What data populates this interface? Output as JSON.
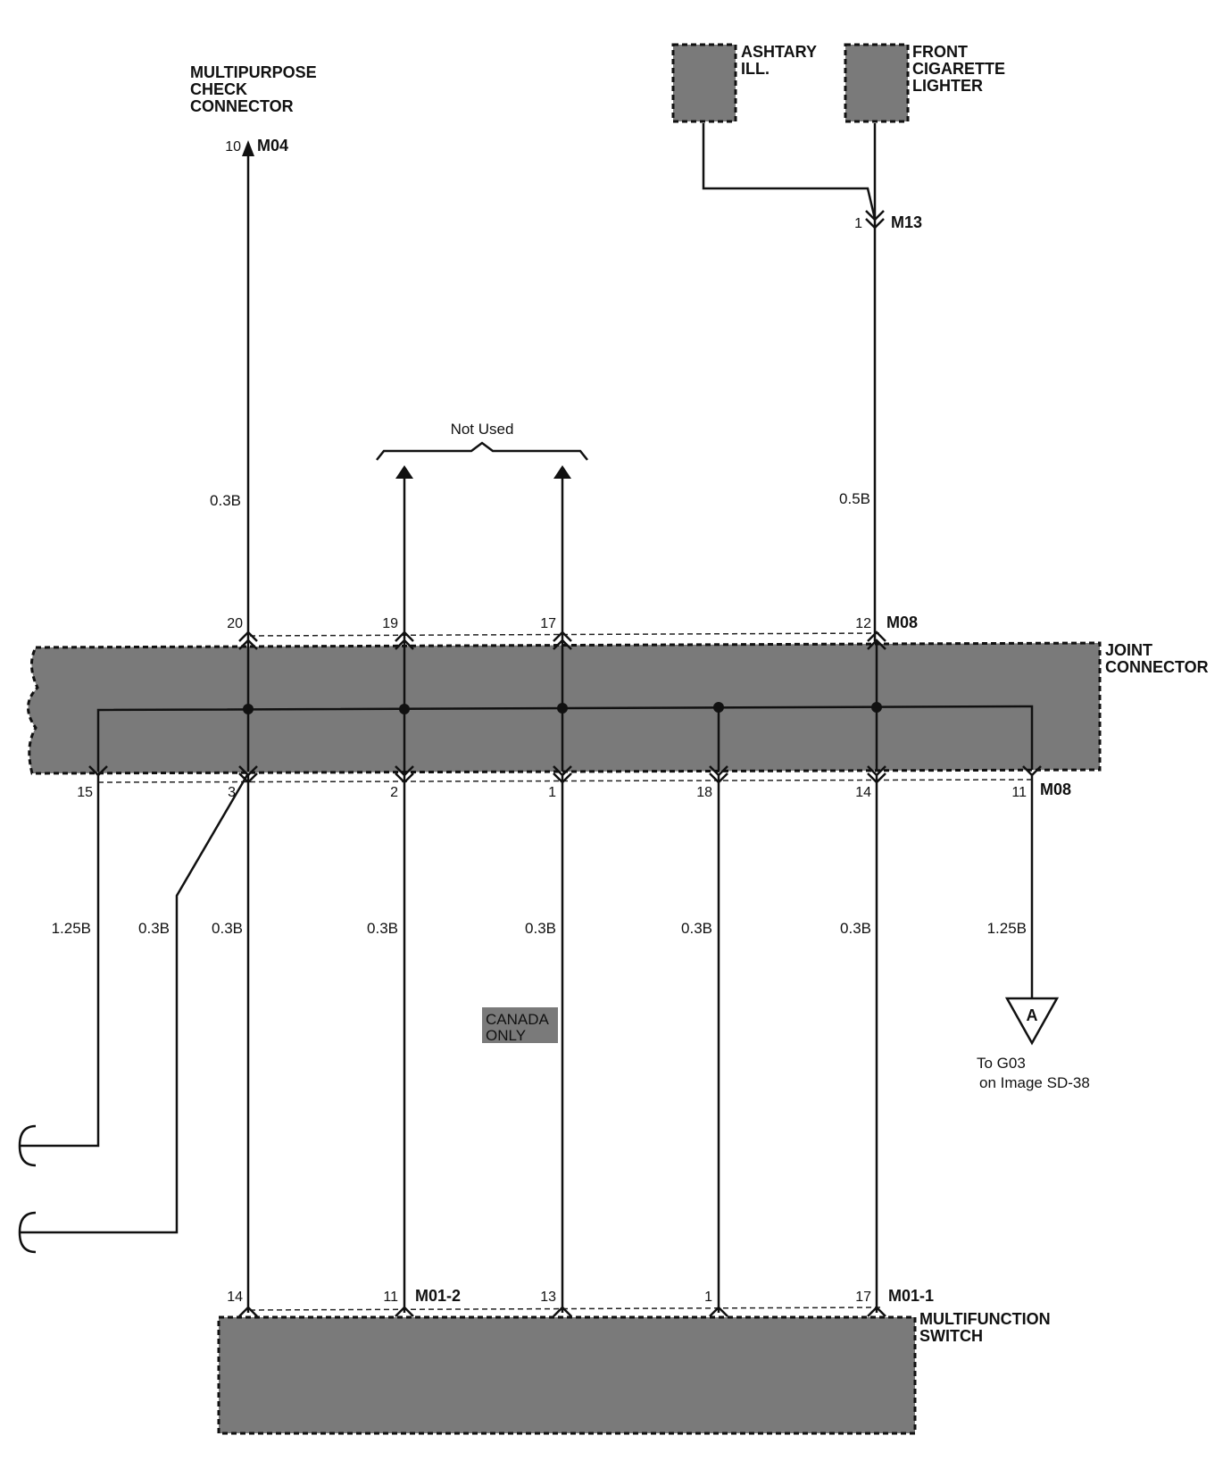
{
  "components": {
    "multipurpose_check_connector": [
      "MULTIPURPOSE",
      "CHECK",
      "CONNECTOR"
    ],
    "ashtray_ill": [
      "ASHTARY",
      "ILL."
    ],
    "front_cigarette_lighter": [
      "FRONT",
      "CIGARETTE",
      "LIGHTER"
    ],
    "joint_connector": [
      "JOINT",
      "CONNECTOR"
    ],
    "multifunction_switch": [
      "MULTIFUNCTION",
      "SWITCH"
    ]
  },
  "connectors": {
    "m04": "M04",
    "m13": "M13",
    "m08_top": "M08",
    "m08_bottom": "M08",
    "m01_2": "M01-2",
    "m01_1": "M01-1"
  },
  "pins": {
    "m04_10": "10",
    "m13_1": "1",
    "jc_top_20": "20",
    "jc_top_19": "19",
    "jc_top_17": "17",
    "jc_top_12": "12",
    "jc_bot_15": "15",
    "jc_bot_3": "3",
    "jc_bot_2": "2",
    "jc_bot_1": "1",
    "jc_bot_18": "18",
    "jc_bot_14": "14",
    "jc_bot_11": "11",
    "mf_14": "14",
    "mf_11": "11",
    "mf_13": "13",
    "mf_1": "1",
    "mf_17": "17"
  },
  "wires": {
    "w_m04": "0.3B",
    "w_m13": "0.5B",
    "w_15": "1.25B",
    "w_3a": "0.3B",
    "w_3b": "0.3B",
    "w_2": "0.3B",
    "w_1": "0.3B",
    "w_18": "0.3B",
    "w_14": "0.3B",
    "w_11": "1.25B"
  },
  "notes": {
    "not_used": "Not Used",
    "canada_only": [
      "CANADA",
      "ONLY"
    ],
    "ground_letter": "A",
    "ground_ref": [
      "To G03",
      "on Image SD-38"
    ]
  },
  "colors": {
    "component_fill": "#7a7a7a",
    "line": "#111111"
  }
}
